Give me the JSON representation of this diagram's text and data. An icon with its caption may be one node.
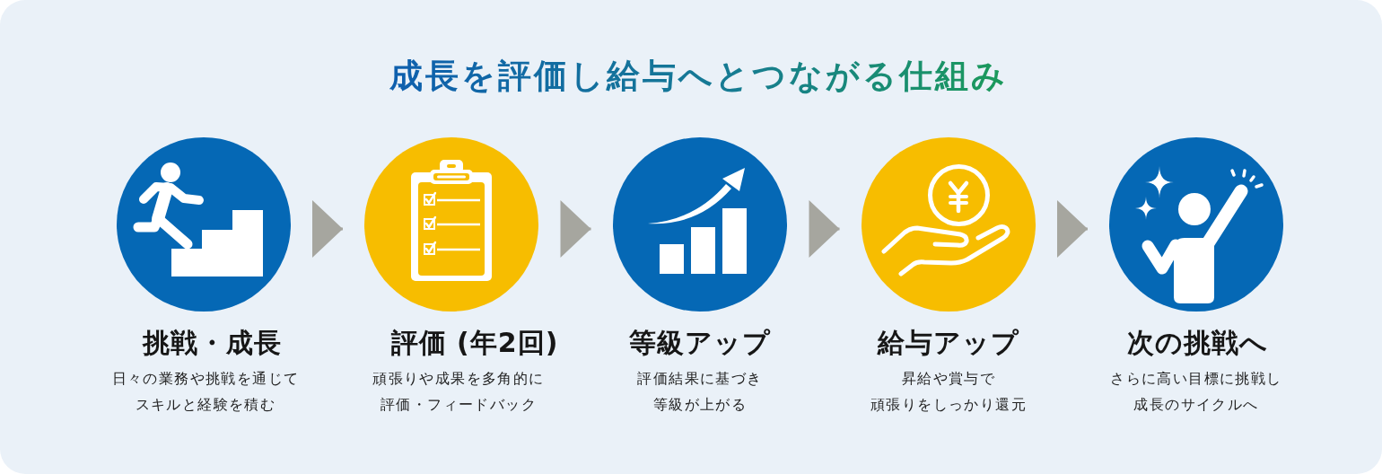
{
  "diagram": {
    "title": "成長を評価し給与へとつながる仕組み",
    "nodes": [
      {
        "text": [
          "挑戦・成長",
          "日々の業務や挑戦を通じてスキルと経験を積む"
        ]
      },
      {
        "text": [
          "評価 (年2回)",
          "頑張りや成果を多角的に評価・フィードバック"
        ]
      },
      {
        "text": [
          "等級アップ",
          "評価結果に基づき等級が上がる"
        ]
      },
      {
        "text": [
          "給与アップ",
          "昇給や賞与で頑張りをしっかり還元"
        ]
      },
      {
        "text": [
          "次の挑戦へ",
          "さらに高い目標に挑戦し成長のサイクルへ"
        ]
      }
    ],
    "edges": [
      {
        "from": 0,
        "to": 1,
        "arrow": "to"
      },
      {
        "from": 1,
        "to": 2,
        "arrow": "to"
      },
      {
        "from": 2,
        "to": 3,
        "arrow": "to"
      },
      {
        "from": 3,
        "to": 4,
        "arrow": "to"
      }
    ]
  }
}
